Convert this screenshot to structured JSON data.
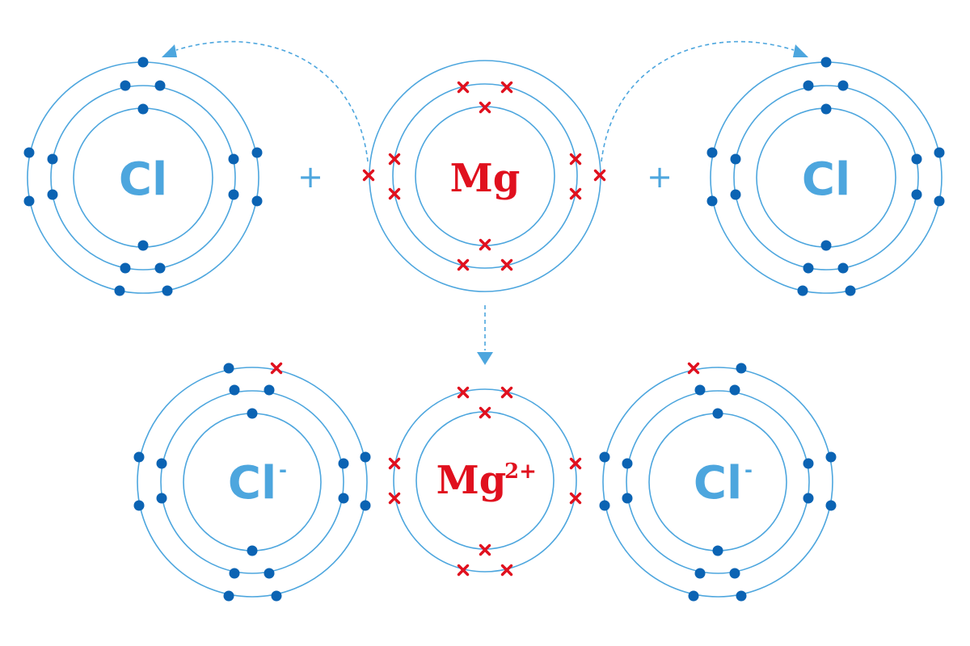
{
  "reactants": {
    "cl_left": {
      "symbol": "Cl"
    },
    "mg": {
      "symbol": "Mg"
    },
    "cl_right": {
      "symbol": "Cl"
    },
    "plus_left": "+",
    "plus_right": "+"
  },
  "products": {
    "cl_ion_left": {
      "symbol": "Cl",
      "charge": "-"
    },
    "mg_ion": {
      "symbol": "Mg",
      "charge": "2+"
    },
    "cl_ion_right": {
      "symbol": "Cl",
      "charge": "-"
    }
  },
  "colors": {
    "shell": "#4da6de",
    "chlorine_electron": "#0b63b3",
    "magnesium_electron": "#e0101e",
    "magnesium_symbol": "#e0101e",
    "chlorine_symbol": "#4da6de"
  },
  "icons": {
    "chlorine_electron": "filled-circle-dot",
    "magnesium_electron": "red-cross",
    "transfer_arrow": "dashed-arrow"
  },
  "electron_config": {
    "chlorine_atom": [
      2,
      8,
      7
    ],
    "magnesium_atom": [
      2,
      8,
      2
    ],
    "chloride_ion": [
      2,
      8,
      8
    ],
    "magnesium_ion": [
      2,
      8
    ]
  }
}
